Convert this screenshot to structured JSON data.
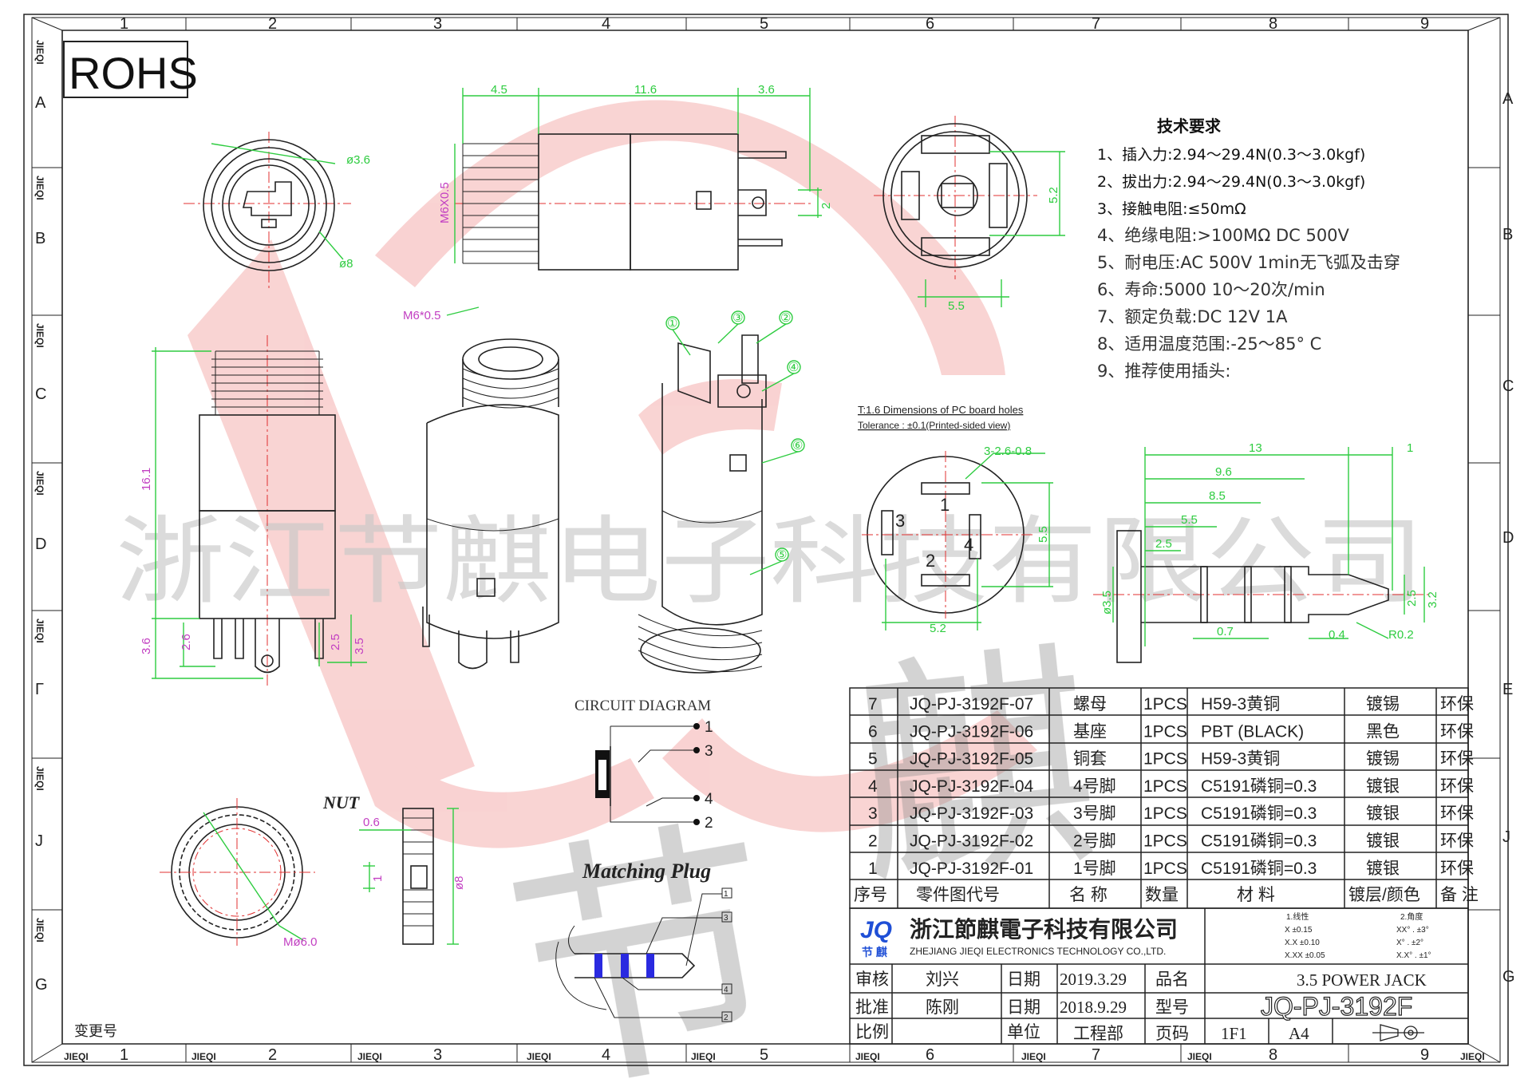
{
  "drawing": {
    "rohs": "ROHS",
    "grid_cols": [
      "1",
      "2",
      "3",
      "4",
      "5",
      "6",
      "7",
      "8",
      "9"
    ],
    "grid_rows": [
      "A",
      "B",
      "C",
      "D",
      "Γ",
      "J",
      "G"
    ],
    "right_rows": [
      "A",
      "B",
      "C",
      "D",
      "E",
      "J",
      "G"
    ],
    "jieqi_mark": "JIEQI",
    "watermark_company": "浙江节麒电子科技有限公司",
    "watermark_chars": [
      "节",
      "麒"
    ],
    "change_label": "变更号"
  },
  "dims": {
    "d45": "4.5",
    "d116": "11.6",
    "d36t": "3.6",
    "m6x05": "M6X0.5",
    "d2": "2",
    "phi36": "ø3.6",
    "phi8": "ø8",
    "m6": "M6*0.5",
    "d161": "16.1",
    "d36l": "3.6",
    "d26": "2.6",
    "d25": "2.5",
    "d35": "3.5",
    "d52r": "5.2",
    "d55": "5.5",
    "balloons": [
      "①",
      "③",
      "②",
      "④",
      "⑥",
      "⑤"
    ],
    "pcb_title": "T:1.6 Dimensions of PC board holes",
    "pcb_tol": "Tolerance : ±0.1(Printed-sided view)",
    "holes": "3-2.6-0.8",
    "pins": [
      "1",
      "2",
      "3",
      "4"
    ],
    "d55v": "5.5",
    "d52b": "5.2",
    "p13": "13",
    "p1": "1",
    "p96": "9.6",
    "p85": "8.5",
    "p55": "5.5",
    "p25": "2.5",
    "p07": "0.7",
    "p04": "0.4",
    "pr02": "R0.2",
    "pphi35": "ø3.5",
    "p25v": "2.5",
    "p32": "3.2",
    "nut_label": "NUT",
    "n06": "0.6",
    "n1": "1",
    "nphi8": "ø8",
    "nm6": "Mø6.0"
  },
  "requirements": {
    "title": "技术要求",
    "items": [
      "1、插入力:2.94～29.4N(0.3～3.0kgf)",
      "2、拔出力:2.94～29.4N(0.3～3.0kgf)",
      "3、接触电阻:≤50mΩ",
      "4、绝缘电阻:>100MΩ   DC   500V",
      "5、耐电压:AC   500V   1min无飞弧及击穿",
      "6、寿命:5000 10～20次/min",
      "7、额定负载:DC   12V   1A",
      "8、适用温度范围:-25～85° C",
      "9、推荐使用插头:"
    ]
  },
  "circuit": {
    "title": "CIRCUIT DIAGRAM",
    "pins": [
      "1",
      "3",
      "4",
      "2"
    ],
    "plug_title": "Matching Plug",
    "plug_pins": [
      "1",
      "3",
      "4",
      "2"
    ]
  },
  "bom": {
    "rows": [
      {
        "no": "7",
        "part": "JQ-PJ-3192F-07",
        "name": "螺母",
        "qty": "1PCS",
        "material": "H59-3黄铜",
        "finish": "镀锡",
        "env": "环保"
      },
      {
        "no": "6",
        "part": "JQ-PJ-3192F-06",
        "name": "基座",
        "qty": "1PCS",
        "material": "PBT (BLACK)",
        "finish": "黑色",
        "env": "环保"
      },
      {
        "no": "5",
        "part": "JQ-PJ-3192F-05",
        "name": "铜套",
        "qty": "1PCS",
        "material": "H59-3黄铜",
        "finish": "镀锡",
        "env": "环保"
      },
      {
        "no": "4",
        "part": "JQ-PJ-3192F-04",
        "name": "4号脚",
        "qty": "1PCS",
        "material": "C5191磷铜=0.3",
        "finish": "镀银",
        "env": "环保"
      },
      {
        "no": "3",
        "part": "JQ-PJ-3192F-03",
        "name": "3号脚",
        "qty": "1PCS",
        "material": "C5191磷铜=0.3",
        "finish": "镀银",
        "env": "环保"
      },
      {
        "no": "2",
        "part": "JQ-PJ-3192F-02",
        "name": "2号脚",
        "qty": "1PCS",
        "material": "C5191磷铜=0.3",
        "finish": "镀银",
        "env": "环保"
      },
      {
        "no": "1",
        "part": "JQ-PJ-3192F-01",
        "name": "1号脚",
        "qty": "1PCS",
        "material": "C5191磷铜=0.3",
        "finish": "镀银",
        "env": "环保"
      }
    ],
    "headers": {
      "no": "序号",
      "part": "零件图代号",
      "name": "名 称",
      "qty": "数量",
      "material": "材 料",
      "finish": "镀层/颜色",
      "env": "备 注"
    }
  },
  "title_block": {
    "logo": "JQ",
    "logo_sub": "节 麒",
    "company_cn": "浙江節麒電子科技有限公司",
    "company_en": "ZHEJIANG JIEQI ELECTRONICS TECHNOLOGY CO.,LTD.",
    "tol_linear_title": "1.线性",
    "tol_linear": [
      "X    ±0.15",
      "X.X    ±0.10",
      "X.XX    ±0.05"
    ],
    "tol_angle_title": "2.角度",
    "tol_angle": [
      "XX° .  ±3°",
      "X° .   ±2°",
      "X.X° .  ±1°"
    ],
    "review_label": "审核",
    "reviewer": "刘兴",
    "date_label": "日期",
    "review_date": "2019.3.29",
    "name_label": "品名",
    "product_name": "3.5 POWER JACK",
    "approve_label": "批准",
    "approver": "陈刚",
    "date_label2": "日期",
    "approve_date": "2018.9.29",
    "model_label": "型号",
    "model": "JQ-PJ-3192F",
    "scale_label": "比例",
    "unit_label": "单位",
    "unit": "工程部",
    "page_label": "页码",
    "page": "1F1",
    "size": "A4"
  },
  "colors": {
    "green": "#2ecc40",
    "magenta": "#c23fc2",
    "red": "#e03030",
    "watermark": "#e53935",
    "ink": "#222222"
  }
}
